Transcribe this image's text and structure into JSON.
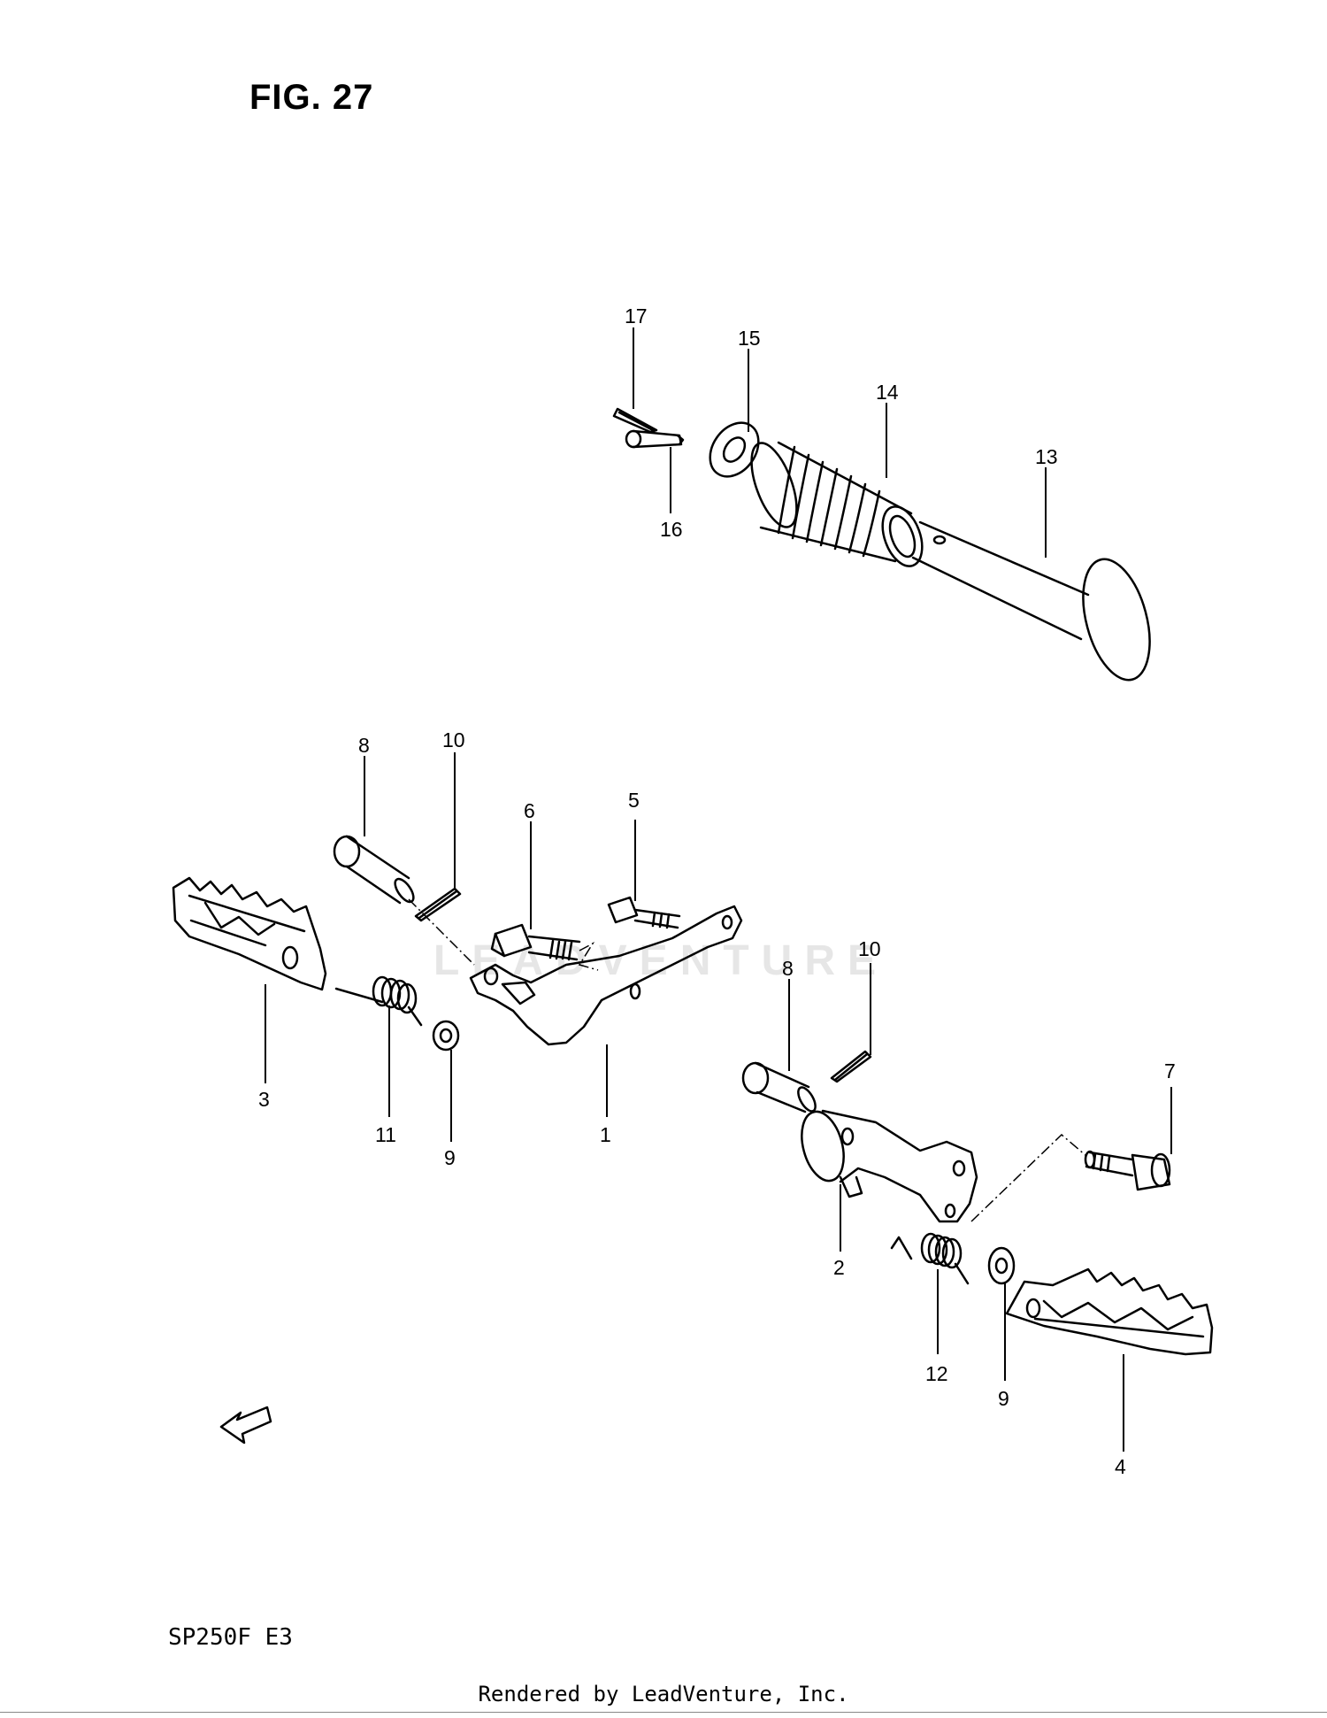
{
  "figure": {
    "title": "FIG. 27",
    "model_code": "SP250F  E3",
    "footer": "Rendered by LeadVenture, Inc.",
    "watermark": "LEADVENTURE",
    "fwd_label": "FWD"
  },
  "callouts": [
    {
      "id": "c17",
      "label": "17"
    },
    {
      "id": "c15",
      "label": "15"
    },
    {
      "id": "c14",
      "label": "14"
    },
    {
      "id": "c13",
      "label": "13"
    },
    {
      "id": "c16",
      "label": "16"
    },
    {
      "id": "c8a",
      "label": "8"
    },
    {
      "id": "c10a",
      "label": "10"
    },
    {
      "id": "c6",
      "label": "6"
    },
    {
      "id": "c5",
      "label": "5"
    },
    {
      "id": "c3",
      "label": "3"
    },
    {
      "id": "c11",
      "label": "11"
    },
    {
      "id": "c9a",
      "label": "9"
    },
    {
      "id": "c1",
      "label": "1"
    },
    {
      "id": "c10b",
      "label": "10"
    },
    {
      "id": "c8b",
      "label": "8"
    },
    {
      "id": "c7",
      "label": "7"
    },
    {
      "id": "c2",
      "label": "2"
    },
    {
      "id": "c12",
      "label": "12"
    },
    {
      "id": "c9b",
      "label": "9"
    },
    {
      "id": "c4",
      "label": "4"
    }
  ],
  "colors": {
    "line": "#000000",
    "background": "#ffffff",
    "watermark": "#e6e6e6"
  }
}
